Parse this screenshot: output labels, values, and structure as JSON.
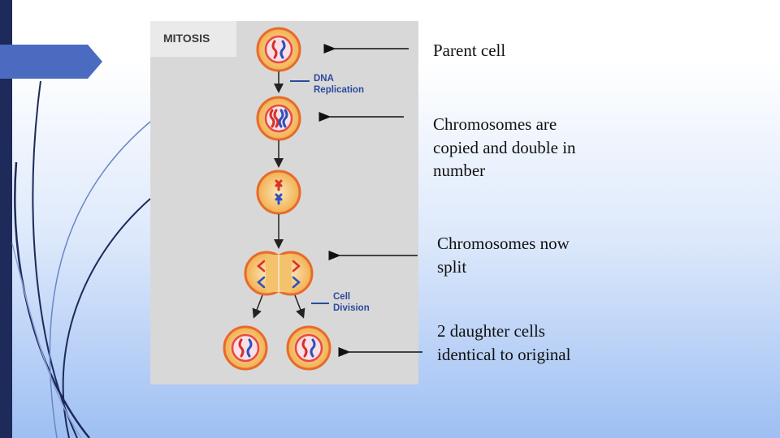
{
  "diagram": {
    "title": "MITOSIS",
    "step_labels": {
      "replication_line1": "DNA",
      "replication_line2": "Replication",
      "division_line1": "Cell",
      "division_line2": "Division"
    }
  },
  "captions": {
    "parent": "Parent cell",
    "copied": "Chromosomes are copied and double in number",
    "split": "Chromosomes now split",
    "daughter": "2 daughter cells identical to original"
  },
  "colors": {
    "panel_bg": "#d8d8d8",
    "cell_membrane": "#e86a2a",
    "cell_fill": "#f5c06a",
    "nucleus_ring": "#e84a40",
    "chromosome_red": "#d8302a",
    "chromosome_blue": "#2f4fbf",
    "label_blue": "#2b4a9c",
    "left_bar": "#1d2a5a",
    "tab_marker": "#4a6bbf"
  }
}
